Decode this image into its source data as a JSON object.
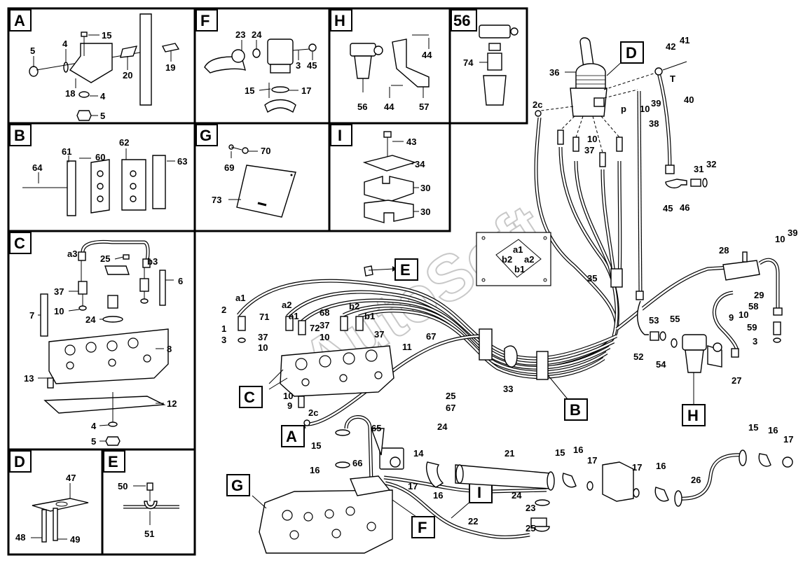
{
  "panels": {
    "A": "A",
    "B": "B",
    "C": "C",
    "D": "D",
    "E": "E",
    "F": "F",
    "G": "G",
    "H": "H",
    "I": "I",
    "p56": "56"
  },
  "callouts": {
    "A": "A",
    "B": "B",
    "C": "C",
    "D": "D",
    "E": "E",
    "F": "F",
    "G": "G",
    "H": "H",
    "I": "I"
  },
  "watermark": "AutoSoft",
  "labels": {
    "a_15": "15",
    "a_5a": "5",
    "a_4a": "4",
    "a_20": "20",
    "a_19": "19",
    "a_18": "18",
    "a_4b": "4",
    "a_5b": "5",
    "f_23": "23",
    "f_24": "24",
    "f_3": "3",
    "f_45": "45",
    "f_15": "15",
    "f_17": "17",
    "h_44a": "44",
    "h_56": "56",
    "h_44b": "44",
    "h_57": "57",
    "p56_74": "74",
    "b_64": "64",
    "b_61": "61",
    "b_60": "60",
    "b_62": "62",
    "b_63": "63",
    "g_70": "70",
    "g_69": "69",
    "g_73": "73",
    "i_43": "43",
    "i_34": "34",
    "i_30a": "30",
    "i_30b": "30",
    "c_a3": "a3",
    "c_25": "25",
    "c_b3": "b3",
    "c_6": "6",
    "c_37": "37",
    "c_10": "10",
    "c_24": "24",
    "c_7": "7",
    "c_8": "8",
    "c_13": "13",
    "c_12": "12",
    "c_4": "4",
    "c_5": "5",
    "d_47": "47",
    "d_48": "48",
    "d_49": "49",
    "e_50": "50",
    "e_51": "51",
    "m_36": "36",
    "m_42": "42",
    "m_41": "41",
    "m_T": "T",
    "m_2c": "2c",
    "m_p": "p",
    "m_10a": "10",
    "m_39a": "39",
    "m_40": "40",
    "m_10b": "10",
    "m_37a": "37",
    "m_38": "38",
    "m_31": "31",
    "m_32": "32",
    "m_45": "45",
    "m_46": "46",
    "m_a1": "a1",
    "m_b2": "b2",
    "m_a2": "a2",
    "m_b1": "b1",
    "m_35": "35",
    "m_28": "28",
    "m_10c": "10",
    "m_39b": "39",
    "m_29": "29",
    "m_58": "58",
    "m_9": "9",
    "m_10d": "10",
    "m_59": "59",
    "m_3a": "3",
    "m_53": "53",
    "m_55": "55",
    "m_52": "52",
    "m_54": "54",
    "m_27": "27",
    "m_la1": "a1",
    "m_2": "2",
    "m_1": "1",
    "m_3b": "3",
    "m_71": "71",
    "m_la2": "a2",
    "m_la1b": "a1",
    "m_72": "72",
    "m_68": "68",
    "m_lb2": "b2",
    "m_37b": "37",
    "m_10e": "10",
    "m_lb1": "b1",
    "m_37c": "37",
    "m_37d": "37",
    "m_10f": "10",
    "m_67a": "67",
    "m_11": "11",
    "m_33": "33",
    "m_10g": "10",
    "m_9b": "9",
    "m_2cb": "2c",
    "m_25": "25",
    "m_67b": "67",
    "m_24": "24",
    "m_65": "65",
    "m_15": "15",
    "m_14": "14",
    "m_16a": "16",
    "m_66": "66",
    "m_17a": "17",
    "m_16b": "16",
    "m_21": "21",
    "m_15b": "15",
    "m_16c": "16",
    "m_17b": "17",
    "m_17c": "17",
    "m_16d": "16",
    "m_26": "26",
    "m_15c": "15",
    "m_16e": "16",
    "m_17d": "17",
    "m_24b": "24",
    "m_23": "23",
    "m_25b": "25",
    "m_22": "22"
  }
}
